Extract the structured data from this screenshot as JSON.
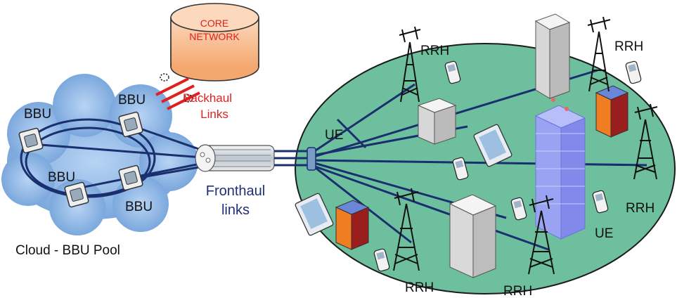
{
  "core_network": {
    "line1": "CORE",
    "line2": "NETWORK"
  },
  "backhaul": {
    "line1": "Backhaul",
    "line2": "Links"
  },
  "fronthaul": {
    "line1": "Fronthaul",
    "line2": "links"
  },
  "pool_label": "Cloud - BBU Pool",
  "bbu_labels": [
    "BBU",
    "BBU",
    "BBU",
    "BBU"
  ],
  "rrh_labels": [
    "RRH",
    "RRH",
    "RRH",
    "RRH",
    "RRH"
  ],
  "ue_labels": [
    "UE",
    "UE"
  ],
  "colors": {
    "cloud": "#8fb8e8",
    "cell_area": "#6dbf9e",
    "core": "#f7b98a",
    "fiber": "#1a2f6e",
    "backhaul": "#e02020"
  },
  "icons": [
    "bbu-unit-icon",
    "tower-icon",
    "phone-icon",
    "tablet-icon",
    "building-icon",
    "fiber-bundle-icon"
  ]
}
